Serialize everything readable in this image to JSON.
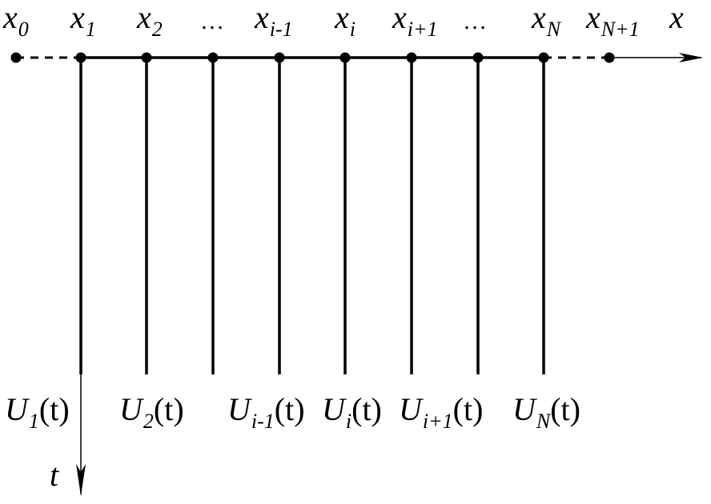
{
  "diagram": {
    "axis_label": "x",
    "time_label": "t",
    "nodes": [
      {
        "base": "x",
        "sub": "0",
        "dotted": true
      },
      {
        "base": "x",
        "sub": "1"
      },
      {
        "base": "x",
        "sub": "2"
      },
      {
        "base": "",
        "sub": "",
        "ellipsis": "…"
      },
      {
        "base": "x",
        "sub": "i-1"
      },
      {
        "base": "x",
        "sub": "i"
      },
      {
        "base": "x",
        "sub": "i+1"
      },
      {
        "base": "",
        "sub": "",
        "ellipsis": "…"
      },
      {
        "base": "x",
        "sub": "N"
      },
      {
        "base": "x",
        "sub": "N+1",
        "dotted": true
      }
    ],
    "solutions": [
      {
        "base": "U",
        "sub": "1",
        "arg": "(t)"
      },
      {
        "base": "U",
        "sub": "2",
        "arg": "(t)"
      },
      {
        "base": "U",
        "sub": "i-1",
        "arg": "(t)"
      },
      {
        "base": "U",
        "sub": "i",
        "arg": "(t)"
      },
      {
        "base": "U",
        "sub": "i+1",
        "arg": "(t)"
      },
      {
        "base": "U",
        "sub": "N",
        "arg": "(t)"
      }
    ]
  }
}
